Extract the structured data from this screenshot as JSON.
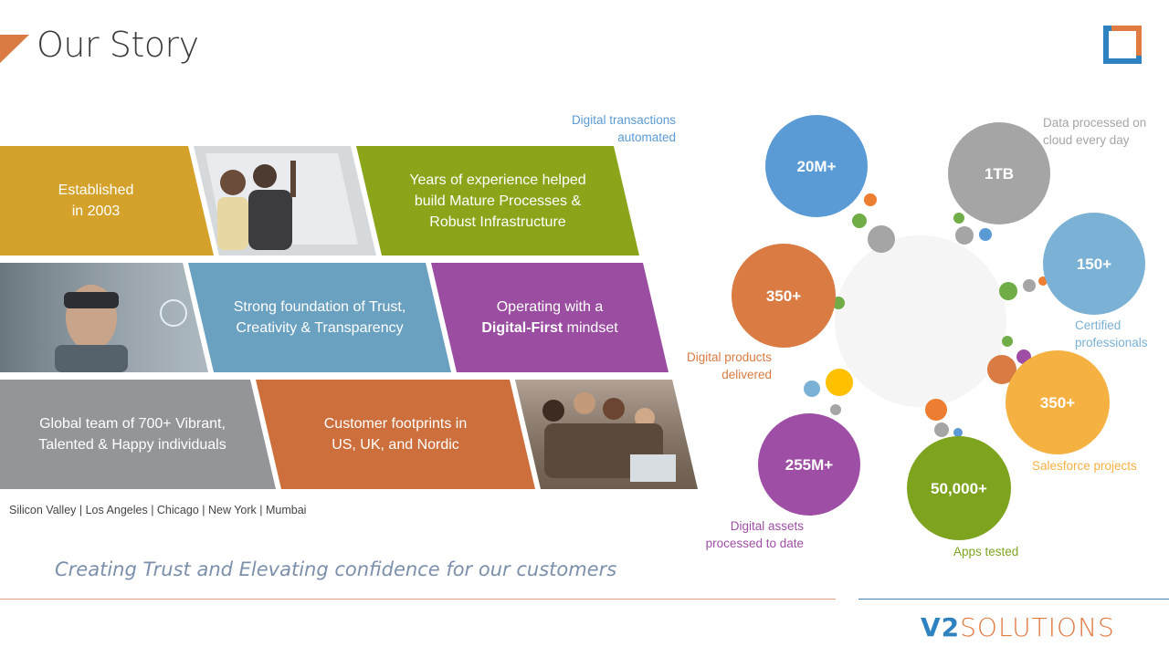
{
  "header": {
    "title": "Our Story"
  },
  "tiles": {
    "established": "Established\nin 2003",
    "experience": "Years of experience helped\nbuild Mature Processes &\nRobust Infrastructure",
    "foundation": "Strong foundation of Trust,\nCreativity & Transparency",
    "digital_prefix": "Operating with a",
    "digital_bold": "Digital-First",
    "digital_suffix": " mindset",
    "team": "Global team of 700+ Vibrant,\nTalented & Happy individuals",
    "footprints": "Customer footprints in\nUS, UK, and Nordic"
  },
  "locations": "Silicon Valley | Los Angeles | Chicago | New York | Mumbai",
  "tagline": "Creating Trust and Elevating confidence for our customers",
  "brand": {
    "v2": "V2",
    "solutions": "SOLUTIONS"
  },
  "stats": [
    {
      "value": "20M+",
      "label": "Digital transactions\nautomated",
      "color": "#5b9bd5"
    },
    {
      "value": "1TB",
      "label": "Data processed on\ncloud every day",
      "color": "#a5a5a5"
    },
    {
      "value": "150+",
      "label": "Certified\nprofessionals",
      "color": "#7ab1d4"
    },
    {
      "value": "350+",
      "label": "Digital products\ndelivered",
      "color": "#d97b43"
    },
    {
      "value": "350+",
      "label": "Salesforce projects",
      "color": "#f6b143"
    },
    {
      "value": "255M+",
      "label": "Digital assets\nprocessed to date",
      "color": "#9e4fa5"
    },
    {
      "value": "50,000+",
      "label": "Apps tested",
      "color": "#7ea41f"
    }
  ],
  "colors": {
    "gold": "#d4a22a",
    "olive": "#8ba51a",
    "steel": "#6aa1c1",
    "purple": "#9b4ea1",
    "gray": "#939598",
    "orange": "#cc6f3c",
    "accent": "#d97b43",
    "brand_blue": "#2f82c0"
  }
}
